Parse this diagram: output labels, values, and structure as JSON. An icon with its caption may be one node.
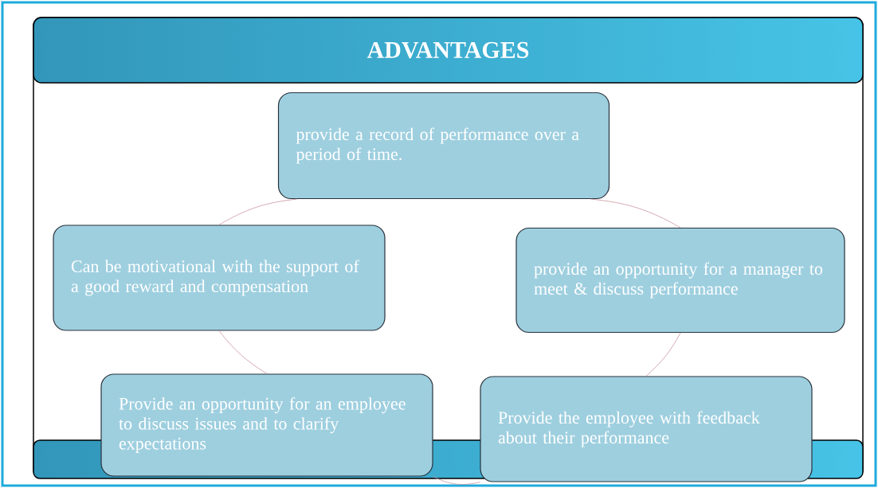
{
  "diagram": {
    "title": "ADVANTAGES",
    "nodes": [
      {
        "text": [
          "provide a record of performance over a period of time."
        ]
      },
      {
        "text": [
          "provide an opportunity for a manager to meet & discuss performance"
        ]
      },
      {
        "text": [
          "Provide the employee with feedback about their performance"
        ]
      },
      {
        "text": [
          "Provide an opportunity for an employee to discuss issues and to clarify expectations"
        ]
      },
      {
        "text": [
          "Can be motivational with the support of a good reward and compensation"
        ]
      }
    ],
    "edges": [
      {
        "from": 0,
        "to": 1,
        "arrow": "none"
      },
      {
        "from": 1,
        "to": 2,
        "arrow": "none"
      },
      {
        "from": 2,
        "to": 3,
        "arrow": "none"
      },
      {
        "from": 3,
        "to": 4,
        "arrow": "none"
      },
      {
        "from": 4,
        "to": 0,
        "arrow": "none"
      }
    ]
  }
}
